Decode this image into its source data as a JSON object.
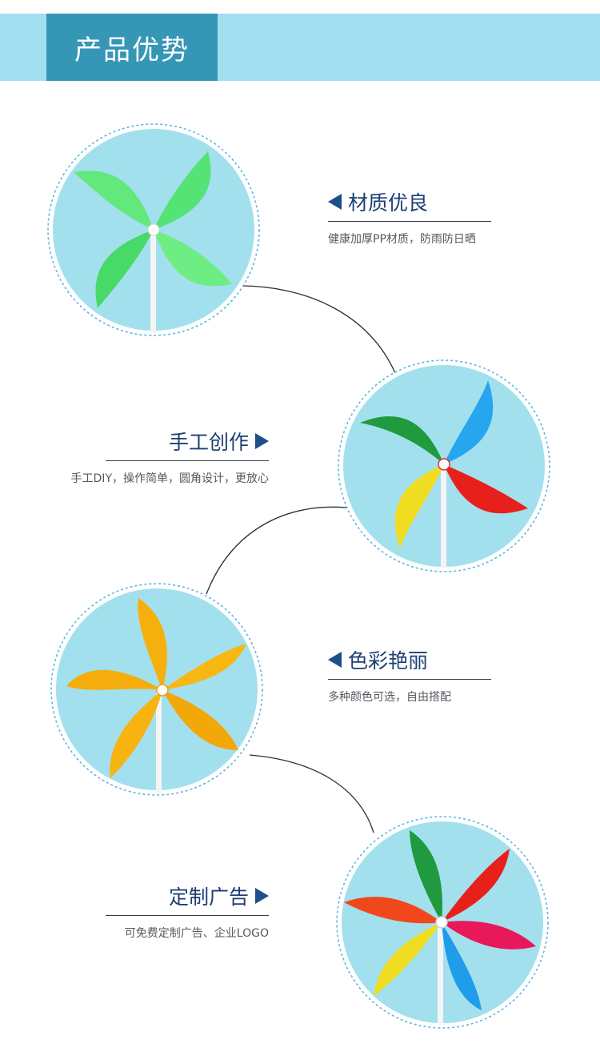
{
  "header": {
    "title": "产品优势"
  },
  "features": [
    {
      "title": "材质优良",
      "desc": "健康加厚PP材质，防雨防日晒"
    },
    {
      "title": "手工创作",
      "desc": "手工DIY，操作简单，圆角设计，更放心"
    },
    {
      "title": "色彩艳丽",
      "desc": "多种颜色可选，自由搭配"
    },
    {
      "title": "定制广告",
      "desc": "可免费定制广告、企业LOGO"
    }
  ],
  "colors": {
    "header_band": "#a2def0",
    "header_box": "#3596b6",
    "circle_fill": "#a3e0ee",
    "circle_dash": "#5cb8e4",
    "title_text": "#1d3f72",
    "arrow": "#1d4f8a"
  },
  "images": [
    {
      "name": "green-pinwheel",
      "blades": [
        "#4fe36a",
        "#6aee7c",
        "#3fd95c",
        "#5ce872"
      ]
    },
    {
      "name": "four-color-pinwheel",
      "blades": [
        "#1f9a3e",
        "#25a6ee",
        "#e8201c",
        "#f0dd22"
      ]
    },
    {
      "name": "orange-pinwheel",
      "blades": [
        "#f5b00e",
        "#f7b814",
        "#f2a808",
        "#f6b312",
        "#f4ad0c"
      ]
    },
    {
      "name": "six-color-pinwheel",
      "blades": [
        "#1f9a3e",
        "#e8201c",
        "#e8185a",
        "#1f9de8",
        "#f0dd22",
        "#f0481c"
      ]
    }
  ]
}
